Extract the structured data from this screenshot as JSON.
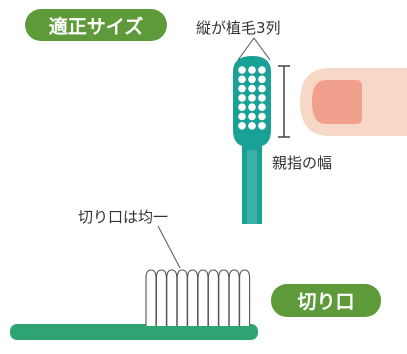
{
  "badges": {
    "proper_size": "適正サイズ",
    "cut_mouth": "切り口"
  },
  "labels": {
    "three_rows": "縦が植毛3列",
    "finger_width": "親指の幅",
    "cut_even": "切り口は均一"
  },
  "colors": {
    "badge_green": "#5e9a3a",
    "brush_teal": "#1aa197",
    "handle_green": "#2ea472",
    "skin": "#f7d7c6",
    "nail": "#f1a08e"
  }
}
